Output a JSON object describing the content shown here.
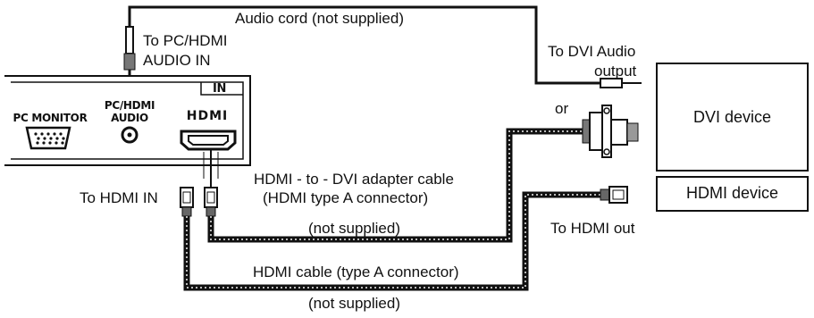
{
  "labels": {
    "audio_cord": "Audio cord (not supplied)",
    "to_pc_hdmi_audio_in_line1": "To PC/HDMI",
    "to_pc_hdmi_audio_in_line2": "AUDIO IN",
    "to_dvi_audio_line1": "To DVI Audio",
    "to_dvi_audio_line2": "output",
    "or": "or",
    "to_hdmi_in": "To HDMI IN",
    "adapter_cable_line1": "HDMI - to - DVI adapter cable",
    "adapter_cable_line2": "(HDMI type A connector)",
    "not_supplied_1": "(not supplied)",
    "to_hdmi_out": "To HDMI out",
    "hdmi_cable": "HDMI cable (type A connector)",
    "not_supplied_2": "(not supplied)"
  },
  "panel": {
    "in_label": "IN",
    "pc_monitor": "PC MONITOR",
    "pc_hdmi_audio_line1": "PC/HDMI",
    "pc_hdmi_audio_line2": "AUDIO",
    "hdmi_logo": "HDMI"
  },
  "devices": {
    "dvi_device": "DVI device",
    "hdmi_device": "HDMI device"
  }
}
